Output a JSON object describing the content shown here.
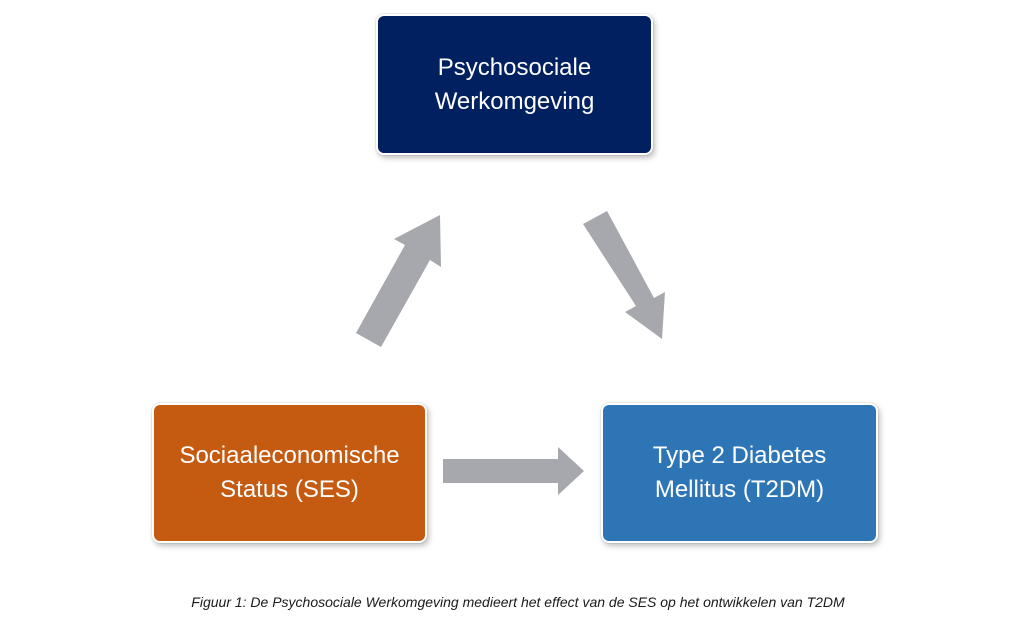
{
  "nodes": {
    "top": {
      "line1": "Psychosociale",
      "line2": "Werkomgeving",
      "color": "#002060"
    },
    "left": {
      "line1": "Sociaaleconomische",
      "line2": "Status (SES)",
      "color": "#C55A11"
    },
    "right": {
      "line1": "Type 2 Diabetes",
      "line2": "Mellitus (T2DM)",
      "color": "#2E75B6"
    }
  },
  "arrows": [
    {
      "from": "left",
      "to": "top"
    },
    {
      "from": "top",
      "to": "right"
    },
    {
      "from": "left",
      "to": "right"
    }
  ],
  "arrow_color": "#A6A8AD",
  "caption": "Figuur 1: De Psychosociale Werkomgeving medieert het effect van de SES op het ontwikkelen van T2DM"
}
